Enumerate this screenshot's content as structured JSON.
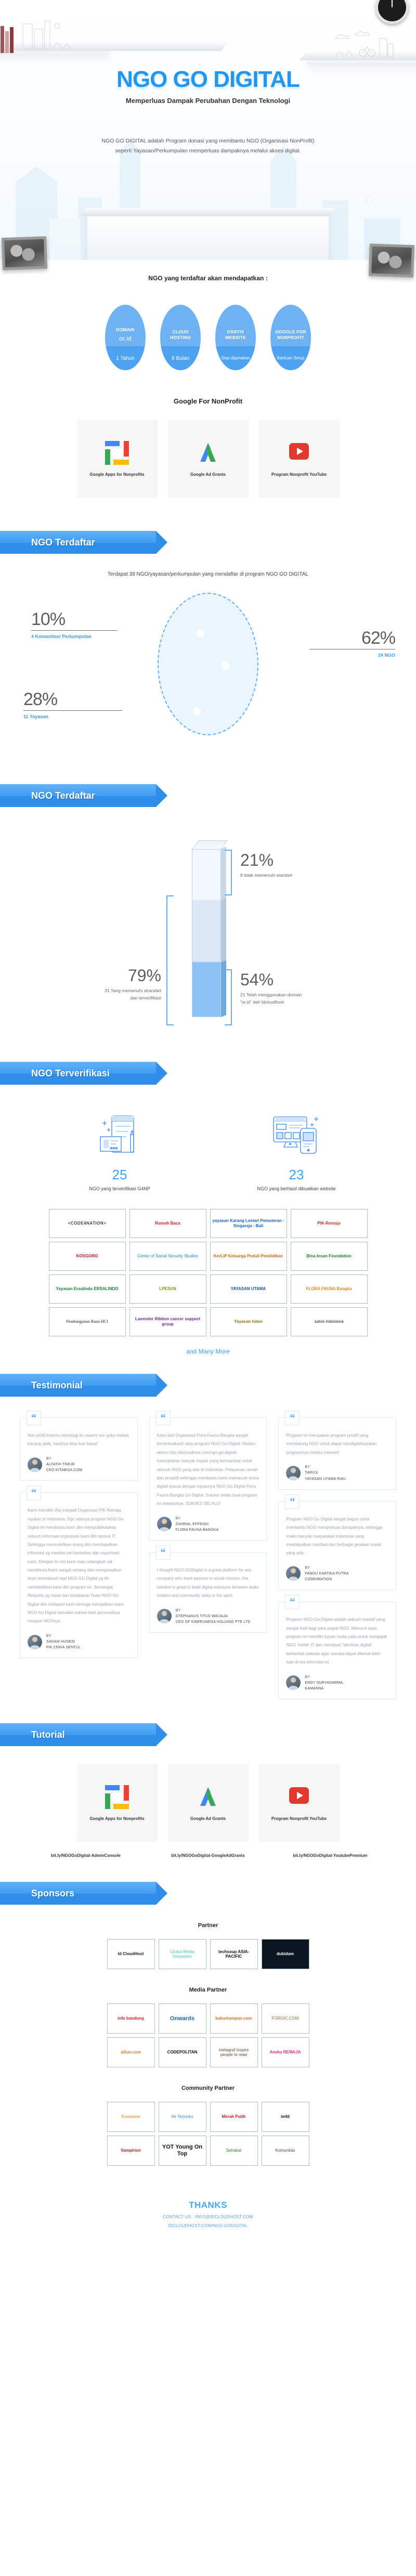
{
  "hero": {
    "title": "NGO GO DIGITAL",
    "subtitle": "Memperluas Dampak Perubahan Dengan Teknologi",
    "description_line1": "NGO GO DIGITAL adalah Program donasi yang membantu NGO (Organisasi NonProfit)",
    "description_line2": "seperti Yayasan/Perkumpulan memperluas dampaknya melalui akses digital."
  },
  "benefits": {
    "heading": "NGO yang terdaftar akan mendapatkan :",
    "items": [
      {
        "title": "DOMAIN",
        "highlight": "or.id",
        "duration": "1 Tahun"
      },
      {
        "title": "CLOUD HOSTING",
        "highlight": "",
        "duration": "6 Bulan"
      },
      {
        "title": "GRATIS WEBSITE",
        "highlight": "",
        "duration": "Siap digunakan"
      },
      {
        "title": "GOOGLE FOR NONPROFIT",
        "highlight": "",
        "duration": "Bantuan Setup"
      }
    ]
  },
  "google_nonprofit": {
    "heading": "Google For NonProfit",
    "cards": [
      {
        "icon": "google-apps-icon",
        "label": "Google Apps for Nonprofits"
      },
      {
        "icon": "google-ads-icon",
        "label": "Google Ad Grants"
      },
      {
        "icon": "youtube-icon",
        "label": "Program Nonprofit YouTube"
      }
    ]
  },
  "registered": {
    "banner": "NGO Terdaftar",
    "caption": "Terdapat 39 NGO/yayasan/perkumpulan yang mendaftar di program NGO GO DiGITAL"
  },
  "standard": {
    "banner": "NGO Terdaftar"
  },
  "verified": {
    "banner": "NGO Terverifikasi",
    "items": [
      {
        "number": "25",
        "caption": "NGO yang terverifikasi G4NP",
        "icon": "document-form-icon"
      },
      {
        "number": "23",
        "caption": "NGO yang berhasil dibuatkan website",
        "icon": "devices-website-icon"
      }
    ],
    "ngo_logos": [
      "<CODE4NATION>",
      "Rumah Baca",
      "yayasan Karang Lestari Pemuteran - Singaraja - Bali",
      "PIK-Remaja",
      "KOSGORO",
      "Center of Social Security Studies",
      "KerLiP Keluarga Peduli Pendidikan",
      "Bina Insan Foundation",
      "Yayasan Ersalindo ERSALINDO",
      "LPESUN",
      "YAYASAN UTAMA",
      "FLORA FAUNA Bangka",
      "Pembangunan Biara HCI",
      "Lavender Ribbon cancer support group",
      "Yayasan Islam",
      "satoe indonesia"
    ],
    "many_more": "and Many More"
  },
  "testimonial": {
    "banner": "Testimonial",
    "items": [
      {
        "text": "Non profit ketemu teknologi itu seperti son goku makan kacang ajaib, hasilnya bisa luar biasa!",
        "by": "BY",
        "name": "ALFATIH TIMUR",
        "org": "CEO KITABISA.COM",
        "column": 0
      },
      {
        "text": "Kami memiliki Visi menjadi Organisasi PIK Remaja rujukan di Indonesia. Dgn adanya program NGO Go Digital ini membantu kami dlm mempublikasikan seluruh informasi organisasi kami dlm bentuk IT Sehingga memudahkan orang dlm mendapatkan informasi yg mereka cari berkaitan dgn organisasi kami. Dengan ini visi kami maju selangkah utk meraihnya.Kami sangat senang dan mengucapkan bnyk terimakasih kpd NGO GO Digital yg tlh memfasilitasi kami dlm program ini. Semangat, Respons yg cepat dan kesabaran Team NGO Go Digital dlm melayani kami semoga menjadikan team NGO Go Digital semakin sukses baik personalnya maupun NGOnya.",
        "by": "BY",
        "name": "SADAM HUSEiN",
        "org": "PiK CERiA SENTUL",
        "column": 0
      },
      {
        "text": "Kami dari Organisasi Flora Fauna Bangka sangat berterimakasih atas program NGO Go Digital. Melalui akses http://idcloudhost.com/ngo-go-digital/ menciptakan banyak impact yang bermanfaat untuk seluruh NGO yang ada di Indonesia. Pelayanan ramah dan proaktif sehingga membantu kami memasuki dunia digital sesuai dengan tujuannya NGO Go Digital Flora Fauna Bangka Go Digital. Sukses selalu buat program ini selanjutnya. SUKSES SELALU!",
        "by": "BY",
        "name": "ZAHRiAL EFFENDi",
        "org": "FLORA FAUNA BANGKA",
        "column": 1
      },
      {
        "text": "I thought NGO-GODigital is a great platform for any company who have passion in social mission, this solution is great to build digital exposure between stake holders and community, keep in the spirit.",
        "by": "BY",
        "name": "STEPHANUS TiTUS WiDJAJA",
        "org": "CEO OF KiNERJABISA HOLDiNG PTE LTD",
        "column": 1
      },
      {
        "text": "Program ini merupakan program positif yang mendukung NGO untuk dapat mendigitalisasikan programnya melalui internet!",
        "by": "BY",
        "name": "TARUJi",
        "org": "YAYASAN UTAMA RiAU",
        "column": 2
      },
      {
        "text": "Program NGO Go Digital sangat bagus untuk membantu NGO memperluas dampaknya, sehingga makin banyak masyarakat Indonesia yang mendapatkan manfaat dari berbagai gerakan sosial yang ada.",
        "by": "BY",
        "name": "PANDU KARTiKA PUTRA",
        "org": "CODE4NATION",
        "column": 2
      },
      {
        "text": "Program NGO-Go-Digital adalah sebuah inisiatif yang sangat baik bagi para pegiat NGO. Menurut saya program ini memiliki tujuan mulia yaitu untuk mengajak NGO 'melek' IT dan membuat \"identitas digital\" berbentuk website agar mereka dapat dikenal lebih luas di era informasi ini.",
        "by": "BY",
        "name": "ERDY SURYADARMA",
        "org": "KAMANNA",
        "column": 2
      }
    ]
  },
  "tutorial": {
    "banner": "Tutorial",
    "cards": [
      {
        "icon": "google-apps-icon",
        "label": "Google Apps for Nonprofits",
        "link": "bit.ly/NGOGoDigital-AdminConsole"
      },
      {
        "icon": "google-ads-icon",
        "label": "Google Ad Grants",
        "link": "bit.ly/NGOGoDigital-GoogleAdGrants"
      },
      {
        "icon": "youtube-icon",
        "label": "Program Nonprofit YouTube",
        "link": "bit.ly/NGOGoDigital-YoutubePremium"
      }
    ]
  },
  "sponsors": {
    "banner": "Sponsors",
    "partner_heading": "Partner",
    "partners": [
      "Id CloudHost",
      "Global Media Innovation",
      "techsoup ASIA-PACIFIC",
      "dubidam"
    ],
    "media_heading": "Media Partner",
    "media_partners": [
      "info bandung",
      "Onwards",
      "kabarkampus.com",
      "FORGIC.COM",
      "ziliun.com",
      "CODEPOLITAN",
      "metagraf inspire people to read",
      "Aneka REMAJA"
    ],
    "community_heading": "Community Partner",
    "community_partners": [
      "Kamanna",
      "Air Terjunku",
      "Merah Putih",
      "imfd",
      "Vampirion",
      "YOT Young On Top",
      "Sahabat",
      "Komunitas"
    ]
  },
  "footer": {
    "thanks": "THANKS",
    "contact": "CONTACT US : INFO@IDCLOUDHOST.COM",
    "url": "IDCLOUDHOST.COM/NGO-GODIGITAL"
  },
  "chart_data": [
    {
      "type": "pie",
      "title": "Terdapat 39 NGO/yayasan/perkumpulan yang mendaftar di program NGO GO DiGITAL",
      "categories": [
        "24 NGO",
        "11 Yayasan",
        "4 Komunitas/ Perkumpulan"
      ],
      "values": [
        62,
        28,
        10
      ],
      "value_suffix": "%",
      "counts": [
        24,
        11,
        4
      ],
      "total": 39,
      "colors": [
        "#5aa9f5",
        "#cfe4fa",
        "#e8f3fd"
      ],
      "legend": "callouts",
      "labels": [
        {
          "pct": "62%",
          "detail": "24 NGO"
        },
        {
          "pct": "28%",
          "detail": "11 Yayasan"
        },
        {
          "pct": "10%",
          "detail": "4 Komunitas/ Perkumpulan"
        }
      ]
    },
    {
      "type": "bar",
      "title": "NGO Terdaftar",
      "orientation": "stacked-vertical-3d",
      "categories": [
        "31 Yang memenuhi strandart dan terverifikasi",
        "8 tidak memenuhi standart",
        "21 Telah menggunakan domain “or.id” dari Idcloudhost"
      ],
      "values": [
        79,
        21,
        54
      ],
      "value_suffix": "%",
      "counts": [
        31,
        8,
        21
      ],
      "labels": [
        {
          "pct": "21%",
          "detail": "8 tidak memenuhi standart"
        },
        {
          "pct": "79%",
          "detail_line1": "31 Yang memenuhi strandart",
          "detail_line2": "dan terverifikasi"
        },
        {
          "pct": "54%",
          "detail_line1": "21 Telah menggunakan domain",
          "detail_line2": "“or.id” dari Idcloudhost"
        }
      ],
      "colors": [
        "#8dc2f7",
        "#dbe9f6",
        "#f2f8fd"
      ]
    },
    {
      "type": "table",
      "title": "NGO Terverifikasi",
      "categories": [
        "NGO yang terverifikasi G4NP",
        "NGO yang berhasil dibuatkan website"
      ],
      "values": [
        25,
        23
      ]
    }
  ]
}
